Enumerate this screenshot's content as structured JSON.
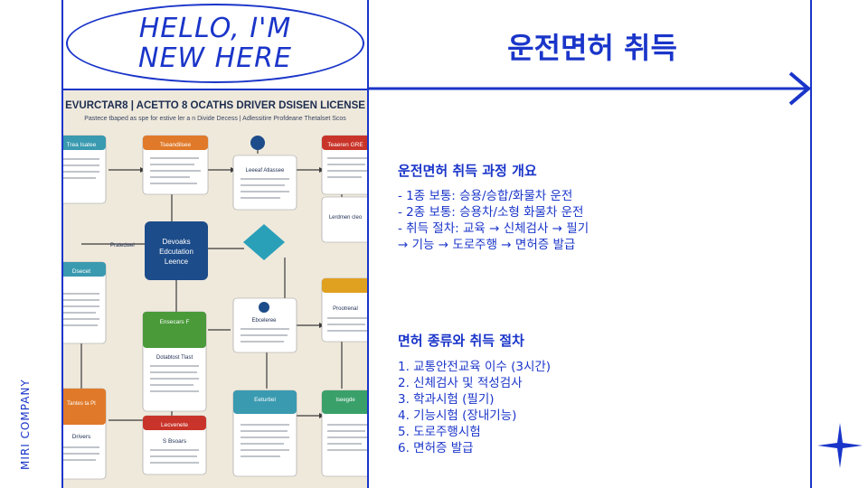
{
  "hero": {
    "hello_text": "HELLO, I'M\nNEW HERE"
  },
  "header": {
    "title": "운전면허 취득"
  },
  "brand": {
    "vertical_label": "MIRI COMPANY"
  },
  "flowchart": {
    "title": "EVURCTAR8 | ACETTO 8 OCATHS DRIVER DSISEN LICENSE",
    "subtitle": "Pastece tbaped as spe for estive ler a n Divide Decess | Adlessitire Profdeane Thetalset Scos",
    "center_label": "Devoaks\nEdcutation\nLeence",
    "left_note": "Pratedwel",
    "nodes": [
      {
        "title": "Trea Isatee",
        "color": "#3a9ab0"
      },
      {
        "title": "Tseandilsee",
        "color": "#e07a2a"
      },
      {
        "title": "Leeeaf Atlassee",
        "color": "#1d4c8a"
      },
      {
        "title": "Teaeren GRE",
        "color": "#c9342a"
      },
      {
        "title": "Dsecet",
        "color": "#3a9ab0"
      },
      {
        "title": "Lerdmen cleo",
        "color": "#1d4c8a"
      },
      {
        "title": "Ensecars F",
        "color": "#4a9a3a"
      },
      {
        "title": "Ebceleree",
        "color": "#1d4c8a"
      },
      {
        "title": "Prootrenal",
        "color": "#e0a020"
      },
      {
        "title": "Tantes ta Pt",
        "color": "#e07a2a"
      },
      {
        "title": "Lecvenete",
        "color": "#c9342a"
      },
      {
        "title": "Eeturtiel",
        "color": "#3a9ab0"
      },
      {
        "title": "Iseegde",
        "color": "#3aa06a"
      }
    ],
    "bottom_left": "Drivers",
    "bottom_center": "S Bsoars",
    "mid_center": "Dotabtost Tlast"
  },
  "section1": {
    "heading": "운전면허 취득 과정 개요",
    "lines": [
      "- 1종 보통: 승용/승합/화물차 운전",
      "- 2종 보통: 승용차/소형 화물차 운전",
      "- 취득 절차: 교육 → 신체검사 → 필기",
      "→ 기능 → 도로주행 → 면허증 발급"
    ]
  },
  "section2": {
    "heading": "면허 종류와 취득 절차",
    "lines": [
      "1. 교통안전교육 이수 (3시간)",
      "2. 신체검사 및 적성검사",
      "3. 학과시험 (필기)",
      "4. 기능시험 (장내기능)",
      "5. 도로주행시험",
      "6. 면허증 발급"
    ]
  },
  "colors": {
    "accent": "#1a35c9",
    "flow_bg": "#efe9dc"
  }
}
